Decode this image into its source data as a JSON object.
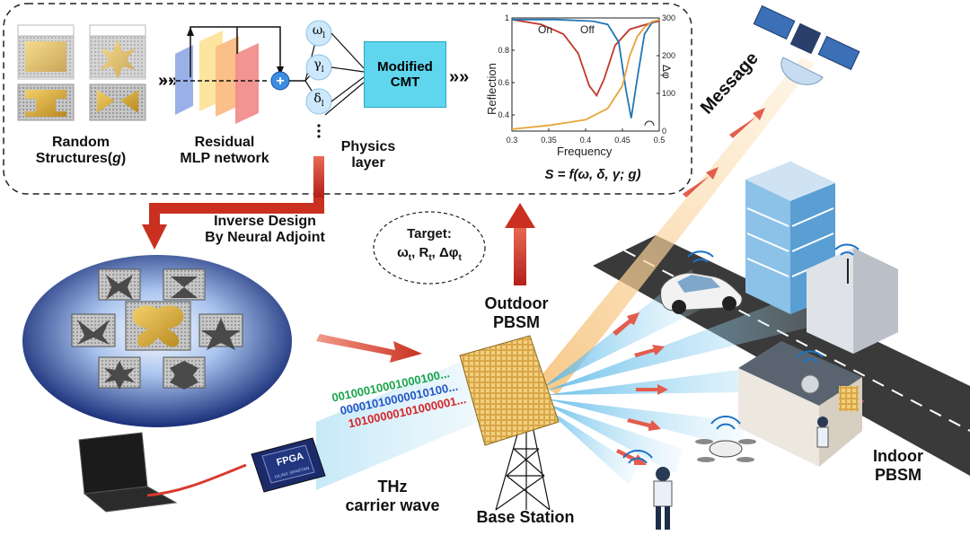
{
  "top_panel": {
    "random_structures": [
      "Random",
      "Structures(",
      "g",
      ")"
    ],
    "residual_mlp": [
      "Residual",
      "MLP network"
    ],
    "physics_layer": [
      "Physics",
      "layer"
    ],
    "params": [
      "ω",
      "γ",
      "δ"
    ],
    "param_subscript": "l",
    "plus": "+",
    "modified_cmt": [
      "Modified",
      "CMT"
    ],
    "formula": "S = f(ω, δ, γ; g)"
  },
  "chart_data": {
    "type": "line",
    "xlabel": "Frequency",
    "ylabel": "Reflection",
    "y2label": "Δφ",
    "x_ticks": [
      "0.3",
      "0.35",
      "0.4",
      "0.45",
      "0.5"
    ],
    "y_ticks": [
      "0.4",
      "0.6",
      "0.8",
      "1"
    ],
    "y2_ticks": [
      "0",
      "100",
      "200",
      "300"
    ],
    "xlim": [
      0.3,
      0.5
    ],
    "ylim": [
      0.3,
      1.0
    ],
    "y2lim": [
      0,
      300
    ],
    "annotations": [
      "On",
      "Off"
    ],
    "series": [
      {
        "name": "On",
        "color": "#c0392b",
        "x": [
          0.3,
          0.34,
          0.37,
          0.39,
          0.405,
          0.415,
          0.425,
          0.44,
          0.46,
          0.49,
          0.5
        ],
        "y": [
          0.99,
          0.96,
          0.9,
          0.78,
          0.58,
          0.52,
          0.62,
          0.83,
          0.93,
          0.97,
          0.98
        ]
      },
      {
        "name": "Off",
        "color": "#2176b5",
        "x": [
          0.3,
          0.36,
          0.41,
          0.43,
          0.445,
          0.455,
          0.462,
          0.47,
          0.48,
          0.49,
          0.5
        ],
        "y": [
          0.99,
          0.99,
          0.98,
          0.96,
          0.85,
          0.55,
          0.38,
          0.62,
          0.9,
          0.97,
          0.99
        ]
      },
      {
        "name": "Δφ",
        "color": "#e8a33a",
        "axis": "y2",
        "x": [
          0.3,
          0.35,
          0.4,
          0.43,
          0.45,
          0.46,
          0.47,
          0.48,
          0.49,
          0.5
        ],
        "y": [
          5,
          15,
          30,
          60,
          120,
          200,
          250,
          275,
          290,
          295
        ]
      }
    ]
  },
  "labels": {
    "inverse_design": [
      "Inverse Design",
      "By Neural Adjoint"
    ],
    "target_title": "Target:",
    "target_vals": [
      "ω",
      "t",
      ", R",
      "t",
      ", Δφ",
      "t"
    ],
    "outdoor": [
      "Outdoor",
      "PBSM"
    ],
    "message": "Message",
    "indoor": [
      "Indoor",
      "PBSM"
    ],
    "thz": [
      "THz",
      "carrier wave"
    ],
    "base_station": "Base Station",
    "fpga": "FPGA",
    "fpga_sub": "XILINX SPARTAN"
  },
  "bitstreams": [
    {
      "text": "00100010001000100...",
      "color": "#1aa64a"
    },
    {
      "text": "00001010000010100...",
      "color": "#2556c8"
    },
    {
      "text": "10100000101000001...",
      "color": "#d6262b"
    }
  ]
}
